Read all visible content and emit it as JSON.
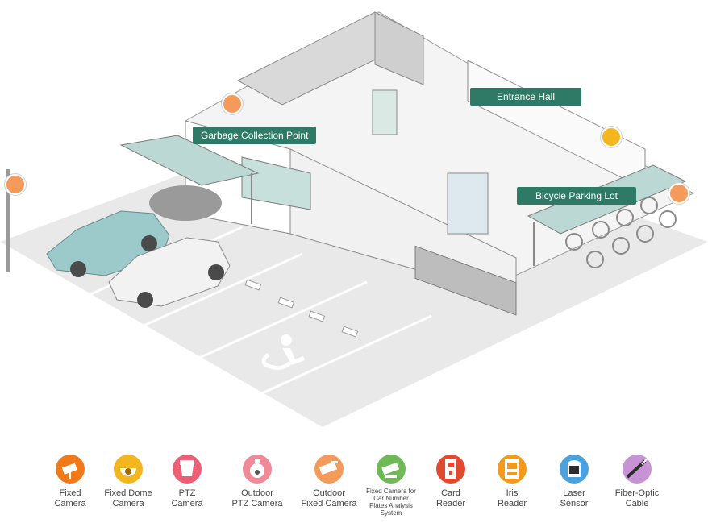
{
  "scene": {
    "labels": {
      "entrance_hall": "Entrance Hall",
      "garbage_collection_point": "Garbage Collection Point",
      "bicycle_parking_lot": "Bicycle Parking Lot"
    }
  },
  "legend": {
    "items": [
      {
        "label": "Fixed\nCamera",
        "icon": "fixed-camera-icon",
        "color": "#f07a1a"
      },
      {
        "label": "Fixed Dome\nCamera",
        "icon": "fixed-dome-camera-icon",
        "color": "#f3b61f"
      },
      {
        "label": "PTZ\nCamera",
        "icon": "ptz-camera-icon",
        "color": "#ec5f74"
      },
      {
        "label": "Outdoor\nPTZ Camera",
        "icon": "outdoor-ptz-camera-icon",
        "color": "#f08a99"
      },
      {
        "label": "Outdoor\nFixed Camera",
        "icon": "outdoor-fixed-camera-icon",
        "color": "#f49a5a"
      },
      {
        "label": "Fixed Camera for\nCar Number\nPlates Analysis\nSystem",
        "icon": "car-plate-camera-icon",
        "color": "#6fba57"
      },
      {
        "label": "Card\nReader",
        "icon": "card-reader-icon",
        "color": "#e24a2f"
      },
      {
        "label": "Iris\nReader",
        "icon": "iris-reader-icon",
        "color": "#f29a1a"
      },
      {
        "label": "Laser\nSensor",
        "icon": "laser-sensor-icon",
        "color": "#4aa3df"
      },
      {
        "label": "Fiber-Optic\nCable",
        "icon": "fiber-optic-cable-icon",
        "color": "#c793d4"
      }
    ]
  }
}
